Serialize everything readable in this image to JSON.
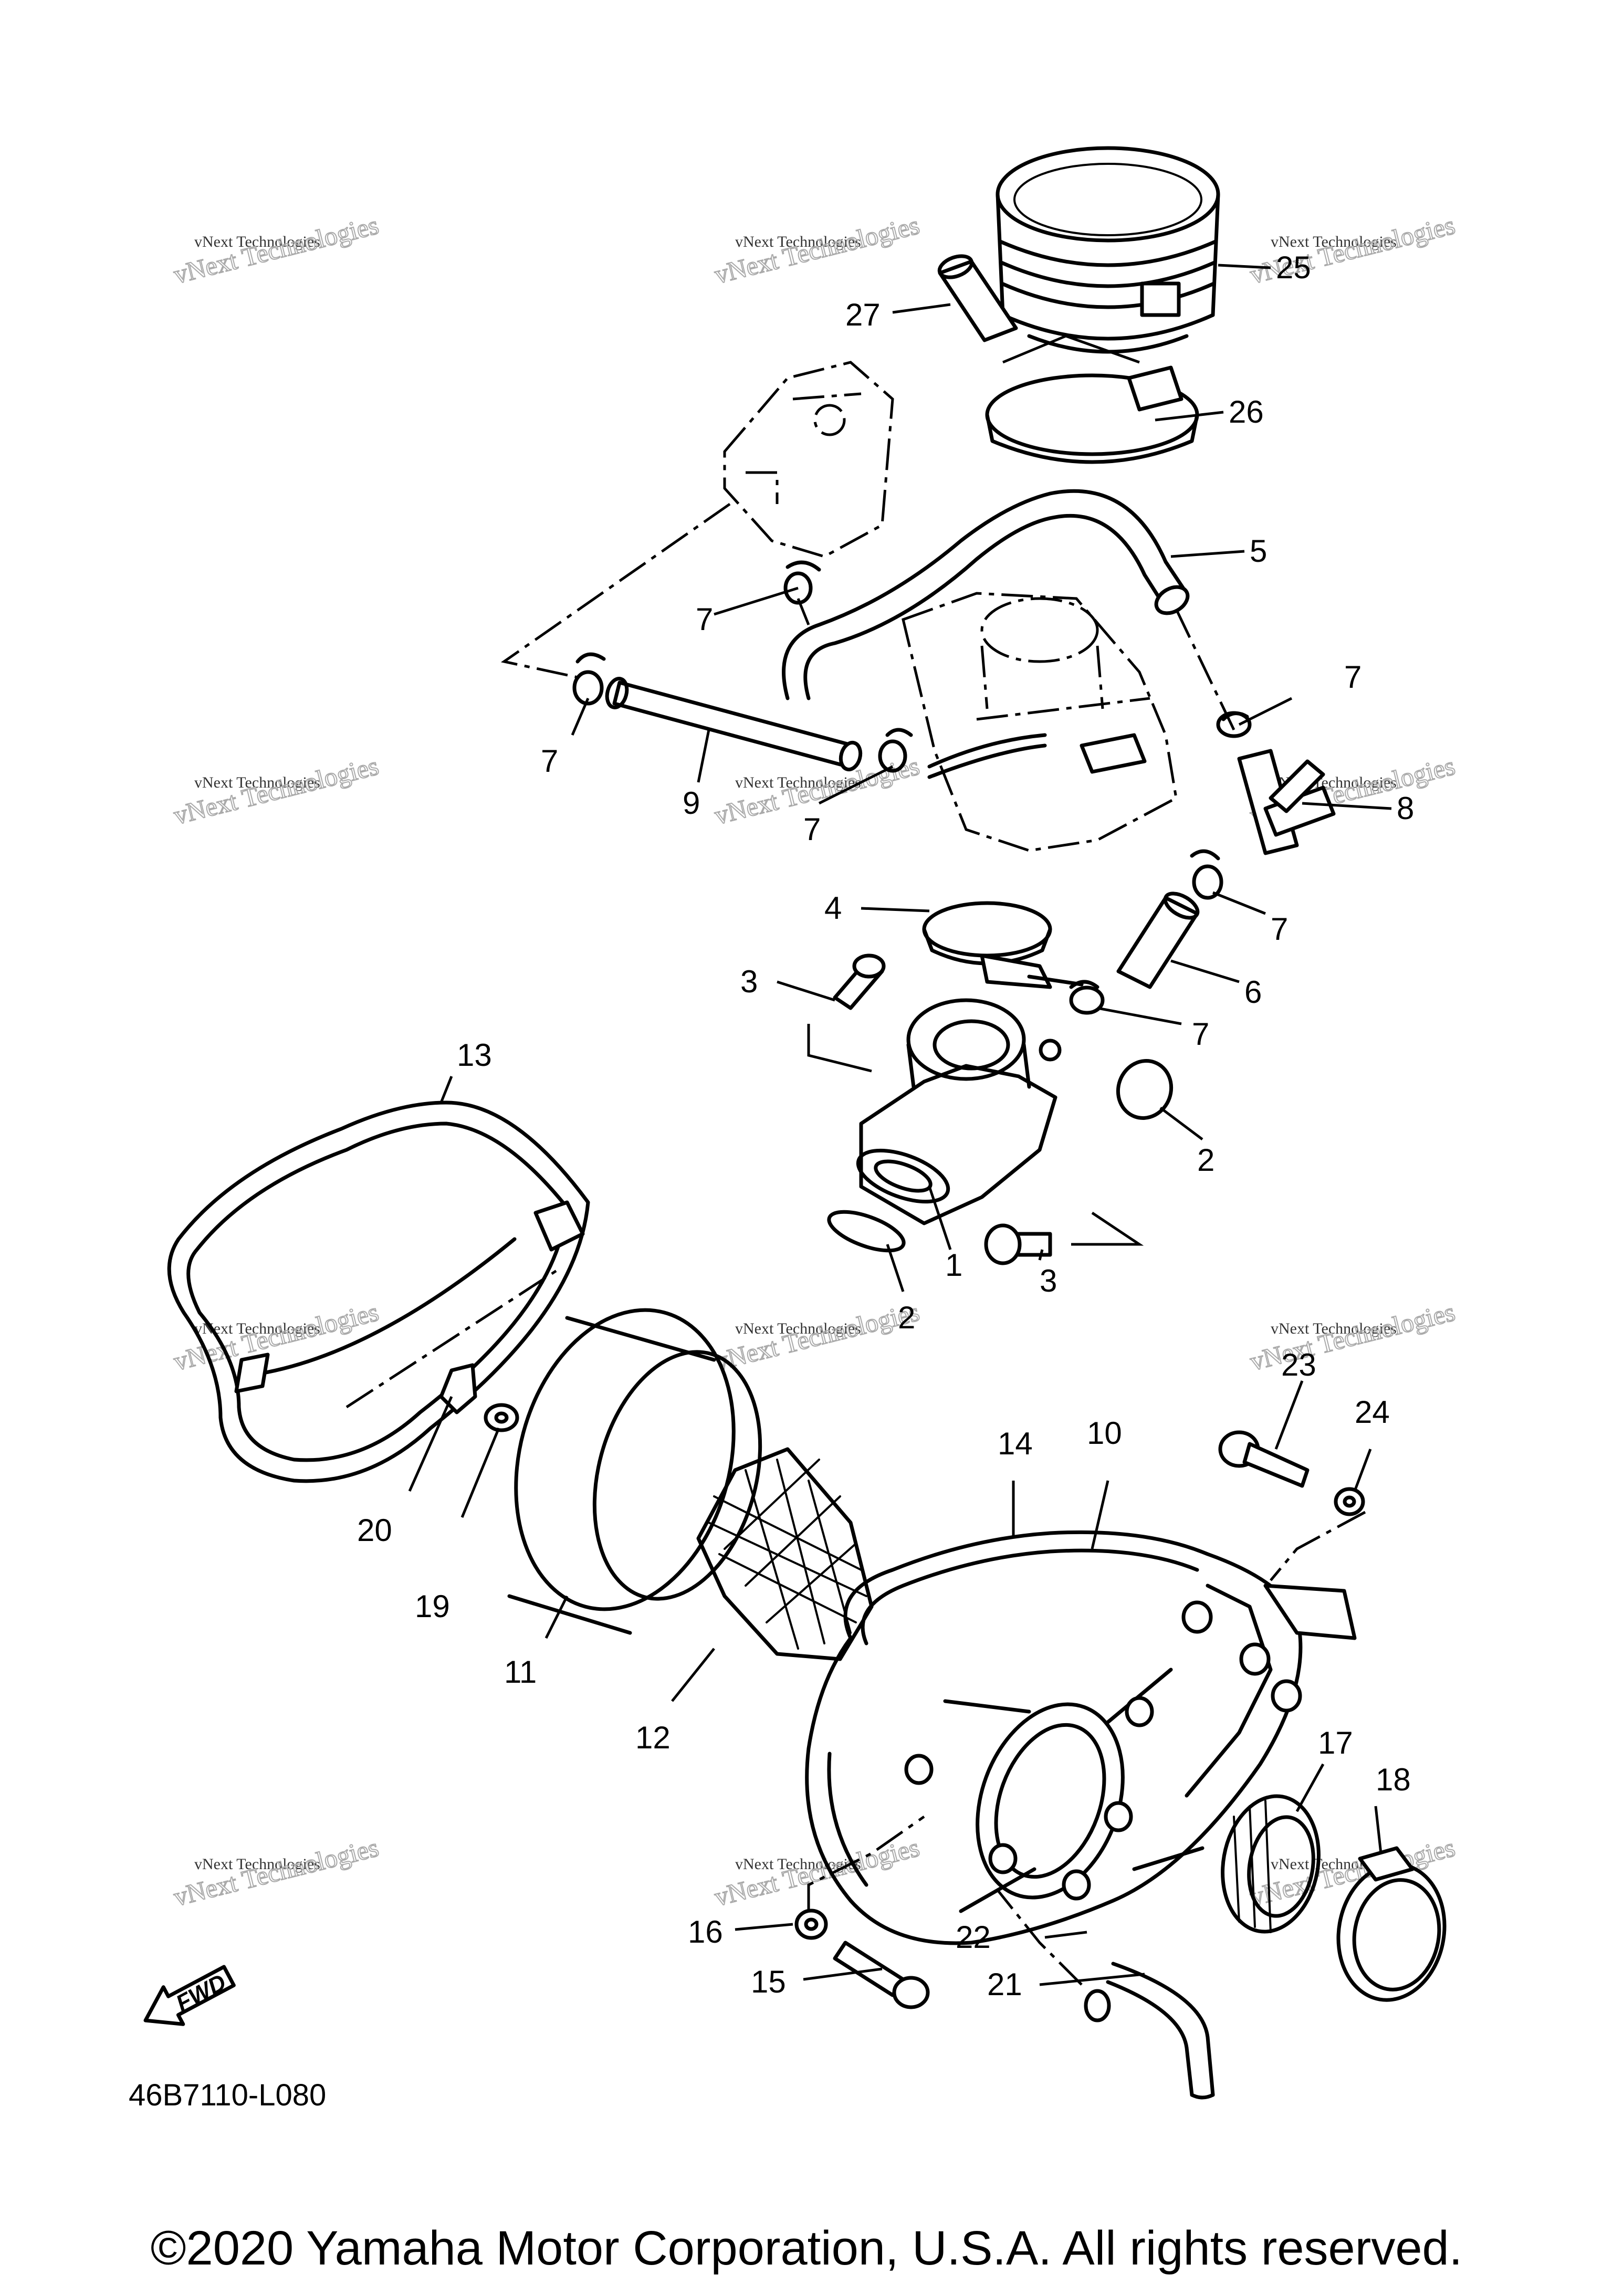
{
  "diagram_code": "46B7110-L080",
  "copyright": "©2020 Yamaha Motor Corporation, U.S.A. All rights reserved.",
  "fwd_label": "FWD",
  "watermark": {
    "line1": "vNext Technologies",
    "line2": "vNext Technologies"
  },
  "callouts": {
    "c1": "1",
    "c2a": "2",
    "c2b": "2",
    "c3a": "3",
    "c3b": "3",
    "c4": "4",
    "c5": "5",
    "c6": "6",
    "c7a": "7",
    "c7b": "7",
    "c7c": "7",
    "c7d": "7",
    "c7e": "7",
    "c7f": "7",
    "c8": "8",
    "c9": "9",
    "c10": "10",
    "c11": "11",
    "c12": "12",
    "c13": "13",
    "c14": "14",
    "c15": "15",
    "c16": "16",
    "c17": "17",
    "c18": "18",
    "c19": "19",
    "c20": "20",
    "c21": "21",
    "c22": "22",
    "c23": "23",
    "c24": "24",
    "c25": "25",
    "c26": "26",
    "c27": "27"
  }
}
